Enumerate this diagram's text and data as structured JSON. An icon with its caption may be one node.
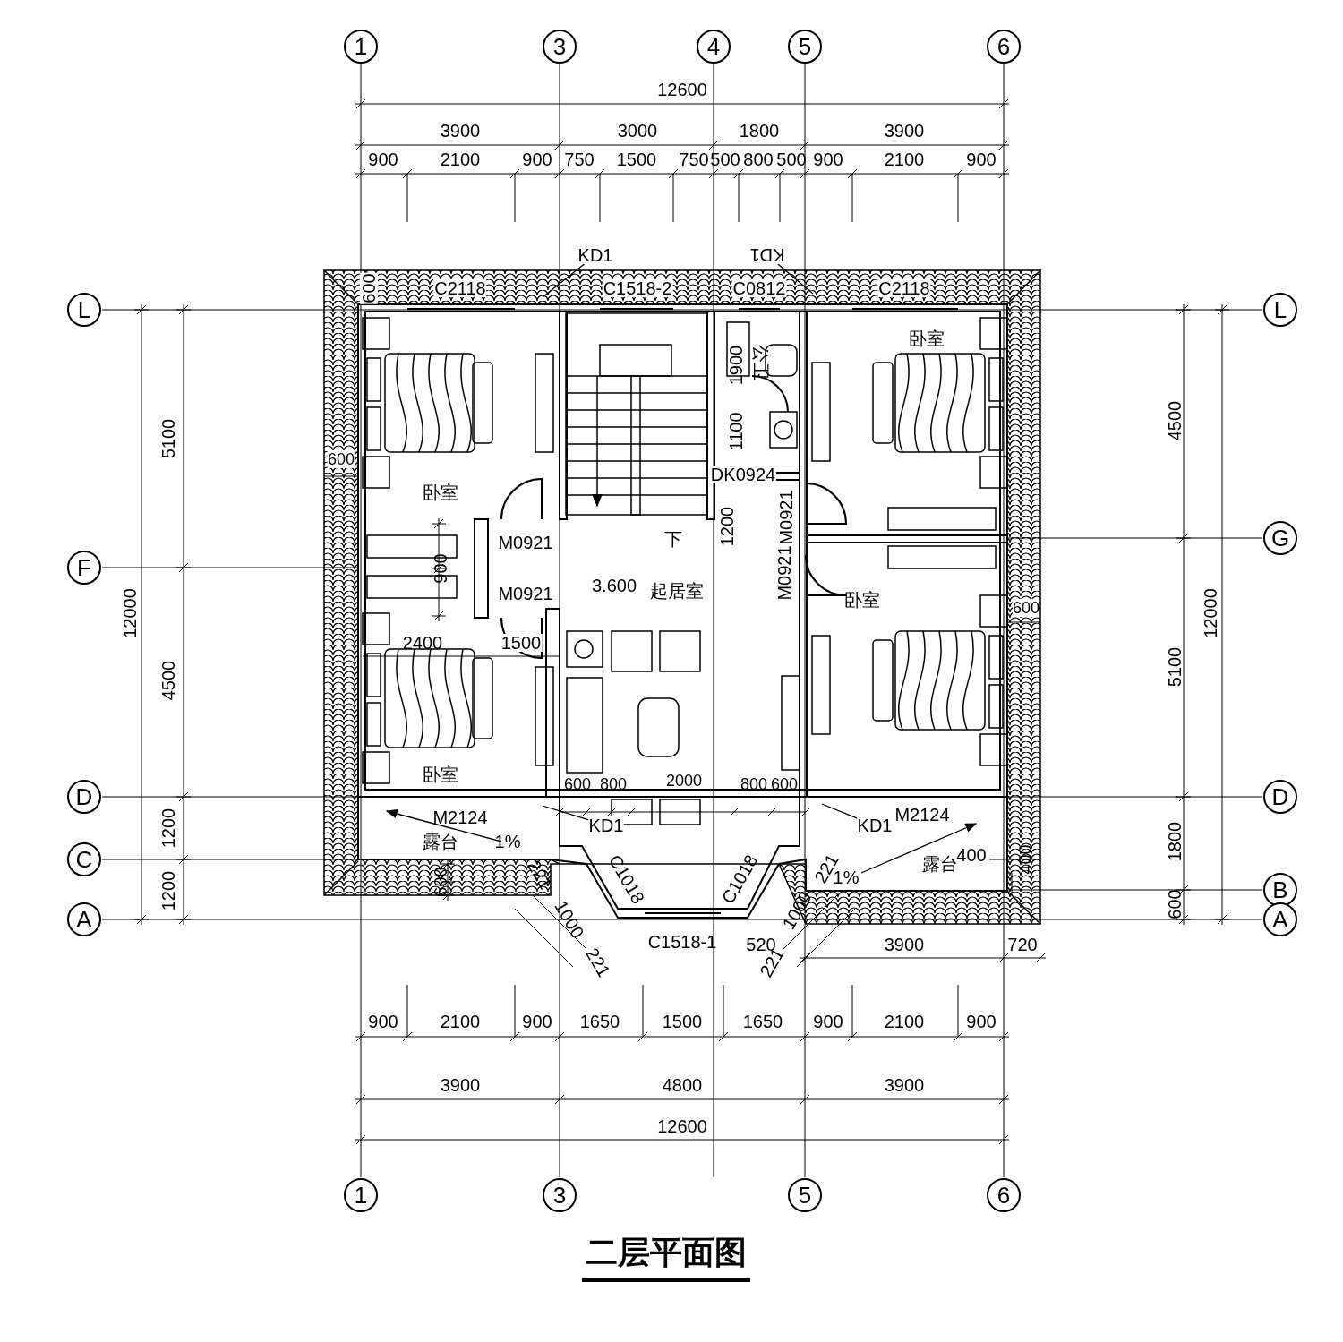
{
  "diagram": {
    "title": "二层平面图",
    "nodes": [
      {
        "text": [
          "1"
        ]
      },
      {
        "text": [
          "3"
        ]
      },
      {
        "text": [
          "4"
        ]
      },
      {
        "text": [
          "5"
        ]
      },
      {
        "text": [
          "6"
        ]
      },
      {
        "text": [
          "KD1"
        ]
      },
      {
        "text": [
          "KD1"
        ]
      },
      {
        "text": [
          "L"
        ]
      },
      {
        "text": [
          "L"
        ]
      },
      {
        "text": [
          "G"
        ]
      },
      {
        "text": [
          "F"
        ]
      },
      {
        "text": [
          "D"
        ]
      },
      {
        "text": [
          "D"
        ]
      },
      {
        "text": [
          "KD1"
        ]
      },
      {
        "text": [
          "KD1"
        ]
      },
      {
        "text": [
          "C"
        ]
      },
      {
        "text": [
          "B"
        ]
      },
      {
        "text": [
          "A"
        ]
      },
      {
        "text": [
          "A"
        ]
      },
      {
        "text": [
          "1"
        ]
      },
      {
        "text": [
          "3"
        ]
      },
      {
        "text": [
          "5"
        ]
      },
      {
        "text": [
          "6"
        ]
      }
    ],
    "edges": [
      {
        "from": 5,
        "to": null,
        "arrow": "none"
      },
      {
        "from": 6,
        "to": null,
        "arrow": "none"
      },
      {
        "from": 13,
        "to": null,
        "arrow": "none"
      },
      {
        "from": 14,
        "to": null,
        "arrow": "none"
      }
    ],
    "labels": [
      "12600",
      "3900",
      "3000",
      "1800",
      "3900",
      "900",
      "2100",
      "900",
      "750",
      "1500",
      "750",
      "500",
      "800",
      "500",
      "900",
      "2100",
      "900",
      "600",
      "C2118",
      "C1518-2",
      "C0812",
      "C2118",
      "5100",
      "4500",
      "1900",
      "公卫",
      "卧室",
      "1100",
      "600",
      "卧室",
      "DK0924",
      "1200",
      "M0921",
      "M0921",
      "下",
      "900",
      "M0921",
      "3.600",
      "起居室",
      "M0921",
      "卧室",
      "12000",
      "12000",
      "600",
      "2400",
      "1500",
      "4500",
      "5100",
      "卧室",
      "600",
      "800",
      "2000",
      "800",
      "600",
      "M2124",
      "M2124",
      "1200",
      "1800",
      "露台",
      "1%",
      "露台",
      "C1018",
      "C1018",
      "400",
      "400",
      "1%",
      "221",
      "221",
      "600",
      "1200",
      "600",
      "1000",
      "1000",
      "C1518-1",
      "520",
      "3900",
      "720",
      "221",
      "221",
      "900",
      "2100",
      "900",
      "1650",
      "1500",
      "1650",
      "900",
      "2100",
      "900",
      "3900",
      "4800",
      "3900",
      "12600"
    ]
  }
}
